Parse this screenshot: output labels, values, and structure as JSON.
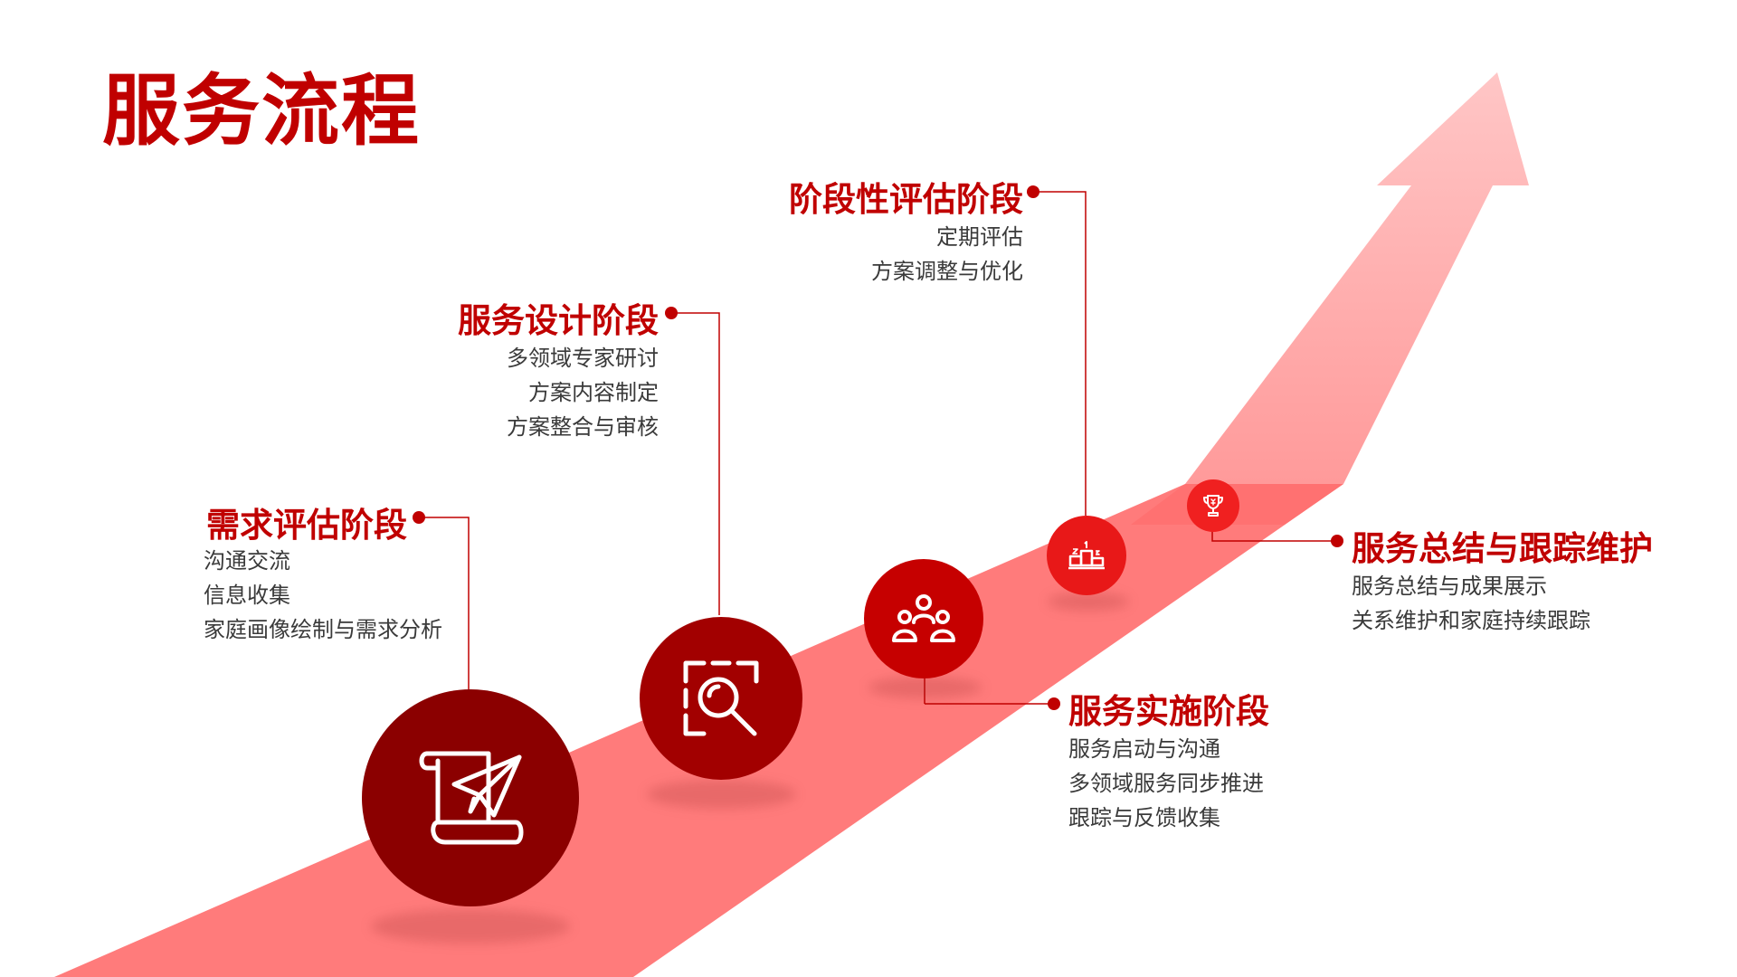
{
  "title": "服务流程",
  "colors": {
    "primary": "#c00000",
    "path": "#ff7b7b",
    "arrow_head": "#ffbcbc",
    "circle_1": "#8b0000",
    "circle_2": "#a20000",
    "circle_3": "#c60000",
    "circle_4": "#e81818",
    "circle_5": "#f02020"
  },
  "stages": [
    {
      "title": "需求评估阶段",
      "items": [
        "沟通交流",
        "信息收集",
        "家庭画像绘制与需求分析"
      ],
      "icon": "scroll-paper-plane-icon"
    },
    {
      "title": "服务设计阶段",
      "items": [
        "多领域专家研讨",
        "方案内容制定",
        "方案整合与审核"
      ],
      "icon": "scan-search-icon"
    },
    {
      "title": "服务实施阶段",
      "items": [
        "服务启动与沟通",
        "多领域服务同步推进",
        "跟踪与反馈收集"
      ],
      "icon": "team-icon"
    },
    {
      "title": "阶段性评估阶段",
      "items": [
        "定期评估",
        "方案调整与优化"
      ],
      "icon": "podium-icon"
    },
    {
      "title": "服务总结与跟踪维护",
      "items": [
        "服务总结与成果展示",
        "关系维护和家庭持续跟踪"
      ],
      "icon": "trophy-icon"
    }
  ]
}
